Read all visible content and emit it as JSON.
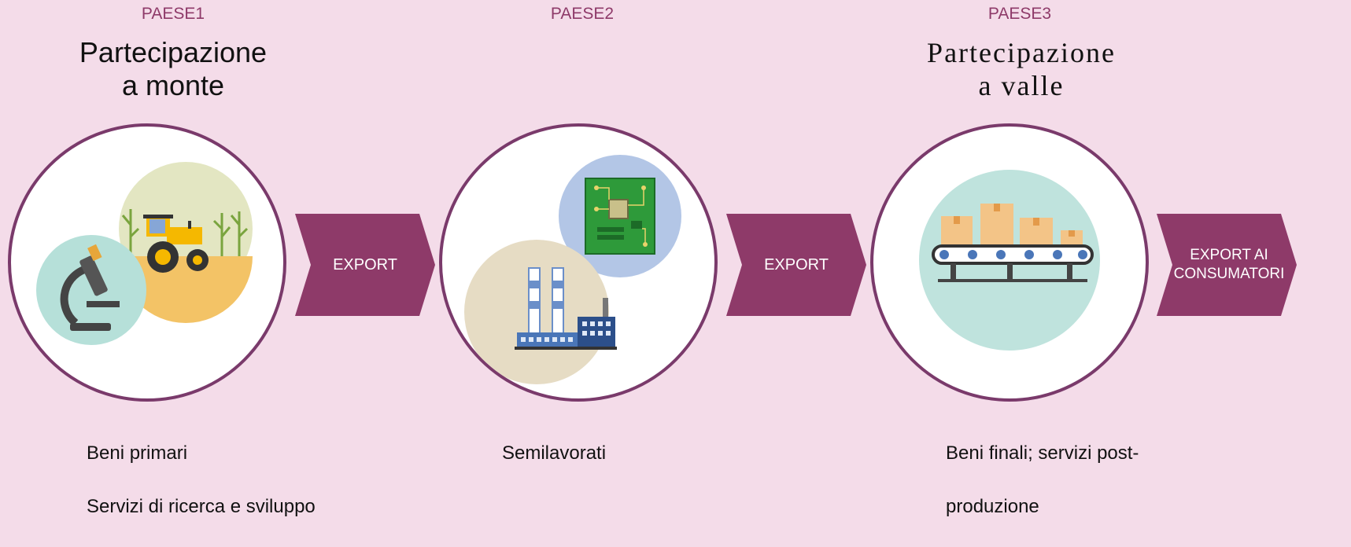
{
  "accent_color": "#8e3a69",
  "stages": [
    {
      "country": "PAESE1",
      "title": "Partecipazione\na monte",
      "caption_lines": [
        "Beni primari",
        "Servizi di ricerca e sviluppo"
      ],
      "icons": [
        "microscope-icon",
        "tractor-icon"
      ]
    },
    {
      "country": "PAESE2",
      "title": "",
      "caption_lines": [
        "Semilavorati"
      ],
      "icons": [
        "circuit-board-icon",
        "factory-icon"
      ]
    },
    {
      "country": "PAESE3",
      "title": "Partecipazione\na valle",
      "caption_lines": [
        "Beni finali; servizi post-",
        "produzione"
      ],
      "icons": [
        "conveyor-belt-icon"
      ]
    }
  ],
  "arrows": [
    {
      "label": "EXPORT"
    },
    {
      "label": "EXPORT"
    },
    {
      "label": "EXPORT AI\nCONSUMATORI"
    }
  ]
}
